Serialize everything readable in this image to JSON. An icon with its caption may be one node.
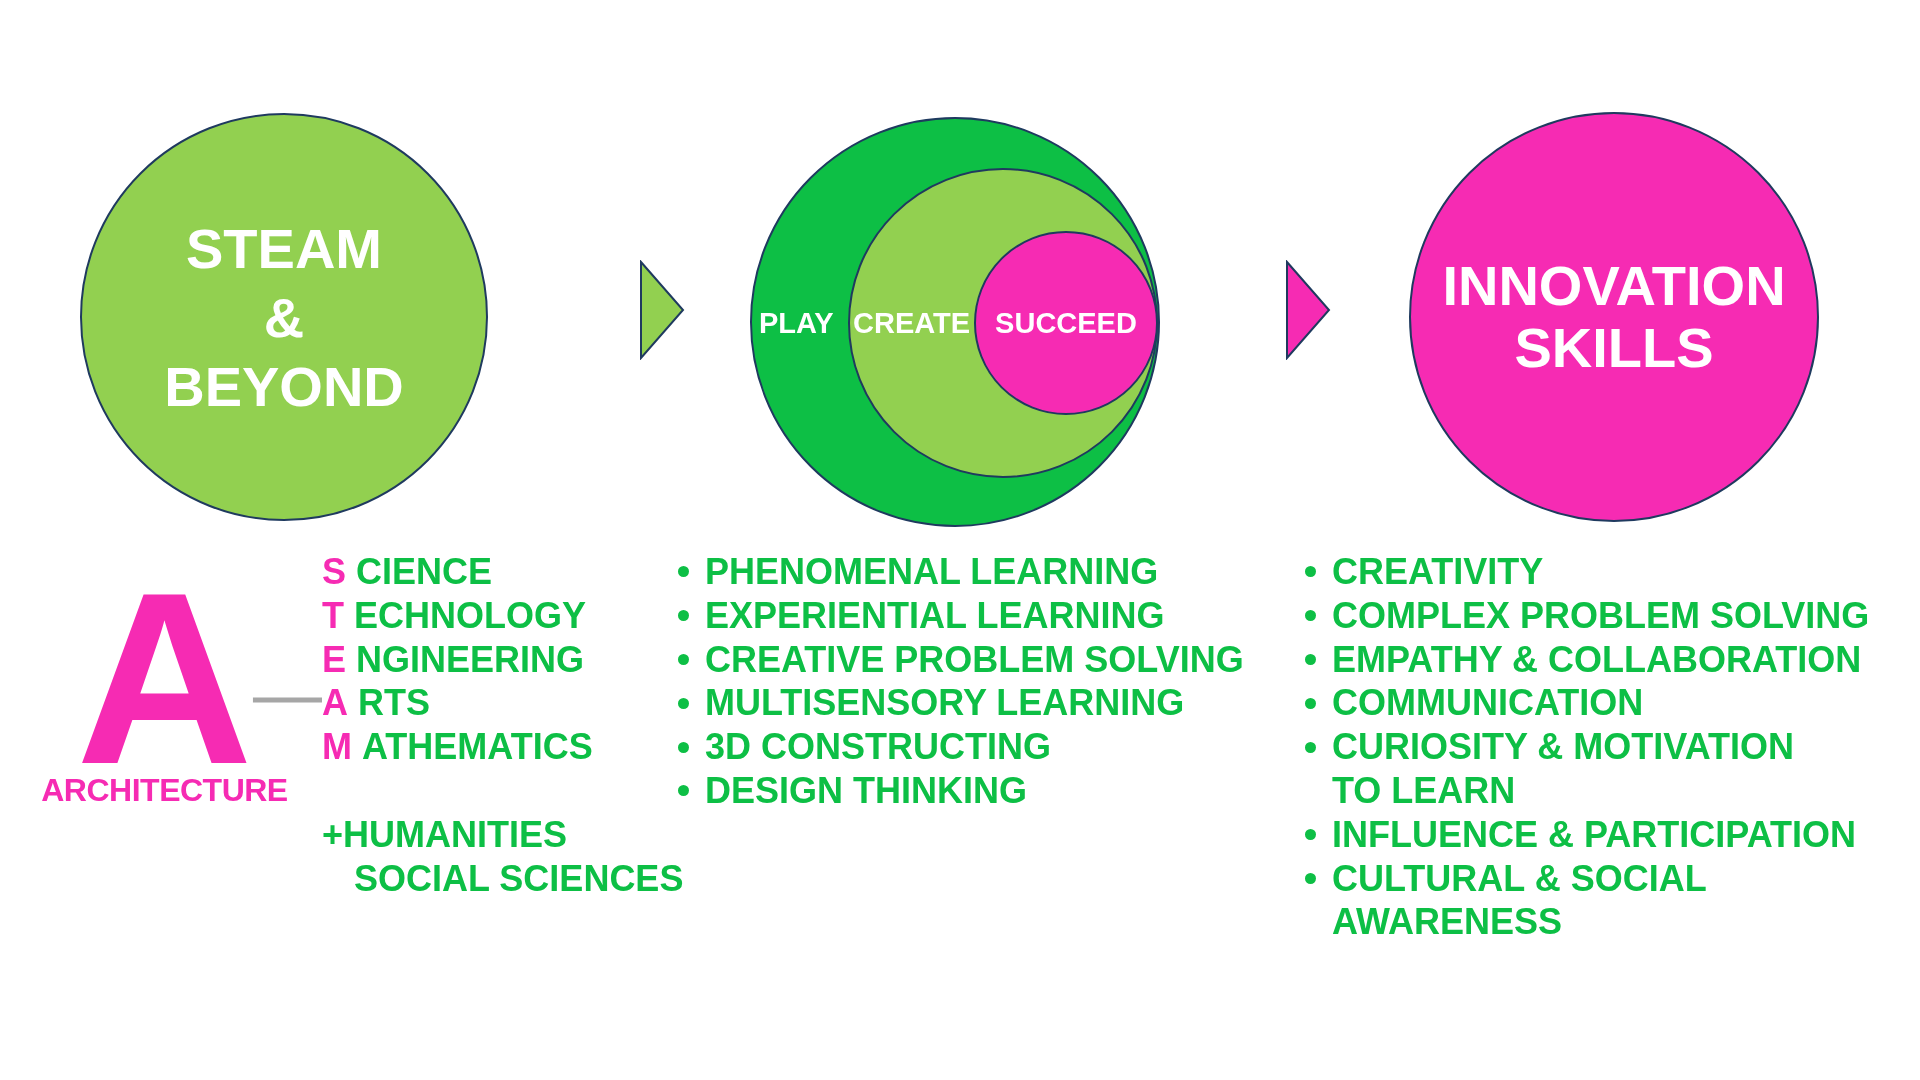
{
  "diagram": {
    "nodes": [
      {
        "text": [
          "STEAM & BEYOND"
        ]
      },
      {
        "text": [],
        "shape": "triangle"
      },
      {
        "text": [
          "PLAY"
        ]
      },
      {
        "text": [
          "CREATE"
        ],
        "in": 2
      },
      {
        "text": [
          "SUCCEED"
        ],
        "in": 3
      },
      {
        "text": [],
        "shape": "triangle"
      },
      {
        "text": [
          "INNOVATION SKILLS"
        ]
      },
      {
        "text": [
          "A"
        ],
        "beside": [
          "ARCHITECTURE"
        ]
      },
      {
        "text": [
          "A",
          "RTS"
        ]
      }
    ],
    "edges": [
      {
        "from": 7,
        "to": 8,
        "arrow": "none",
        "color": "#a6a6a6"
      }
    ],
    "labels": [
      "S",
      "CIENCE",
      "T",
      "ECHNOLOGY",
      "E",
      "NGINEERING",
      "M",
      "ATHEMATICS",
      "+HUMANITIES SOCIAL SCIENCES",
      "PHENOMENAL LEARNING",
      "EXPERIENTIAL LEARNING",
      "CREATIVE PROBLEM SOLVING",
      "MULTISENSORY LEARNING",
      "3D CONSTRUCTING",
      "DESIGN THINKING",
      "CREATIVITY",
      "COMPLEX PROBLEM SOLVING",
      "EMPATHY & COLLABORATION",
      "COMMUNICATION",
      "CURIOSITY & MOTIVATION TO LEARN",
      "INFLUENCE & PARTICIPATION",
      "CULTURAL & SOCIAL AWARENESS"
    ]
  }
}
